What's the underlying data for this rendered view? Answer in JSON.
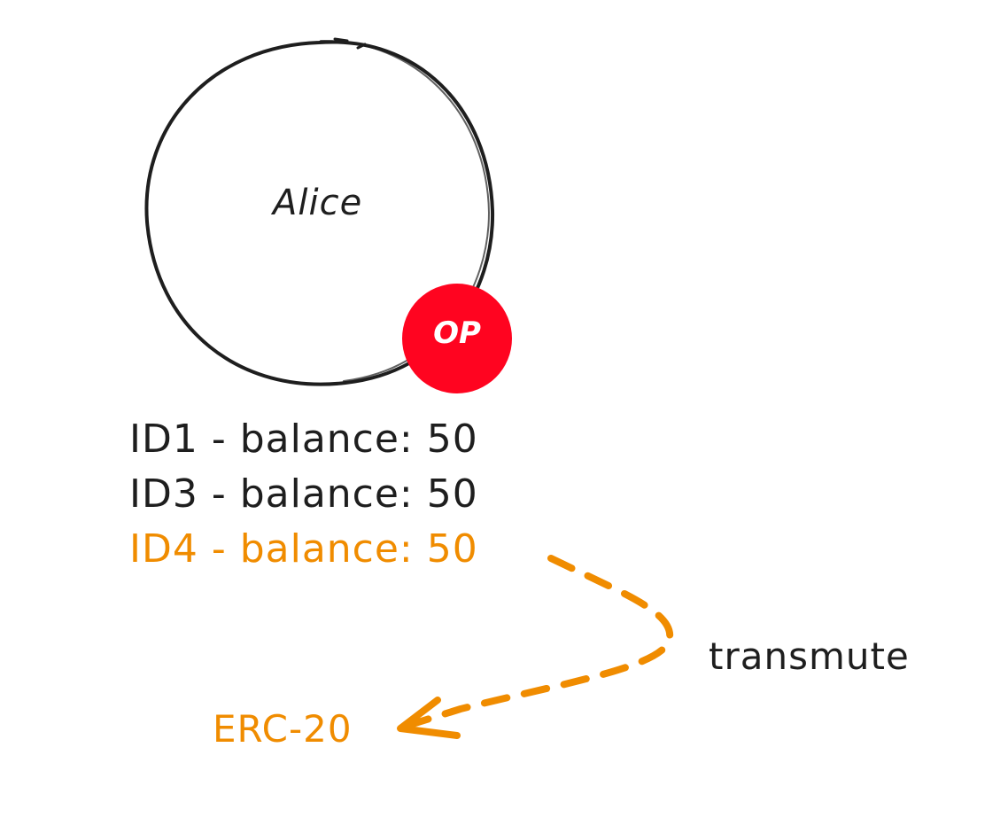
{
  "node": {
    "label": "Alice",
    "badge": "OP"
  },
  "balances": [
    {
      "text": "ID1 - balance: 50",
      "color": "#1e1e1e"
    },
    {
      "text": "ID3 - balance: 50",
      "color": "#1e1e1e"
    },
    {
      "text": "ID4 - balance: 50",
      "color": "#f08c00"
    }
  ],
  "edge": {
    "label": "transmute",
    "color": "#f08c00"
  },
  "target": {
    "label": "ERC-20",
    "color": "#f08c00"
  },
  "colors": {
    "stroke": "#1e1e1e",
    "badge": "#ff0420",
    "highlight": "#f08c00"
  }
}
